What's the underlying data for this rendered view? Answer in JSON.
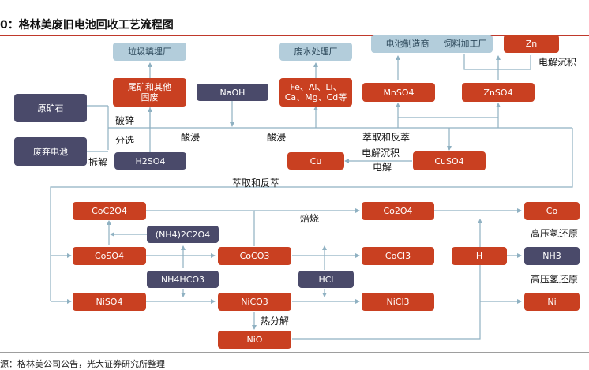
{
  "title": "0：格林美废旧电池回收工艺流程图",
  "source": "源：格林美公司公告，光大证券研究所整理",
  "colors": {
    "dark": "#4a4a6a",
    "red": "#c94021",
    "light": "#b3cddb",
    "line": "#8fb1c2",
    "rule": "#c0392b"
  },
  "nodes": {
    "used_ore": "原矿石",
    "waste_battery": "废弃电池",
    "h2so4": "H2SO4",
    "naoh": "NaOH",
    "tailings_line1": "尾矿和其他",
    "tailings_line2": "固废",
    "landfill": "垃圾填埋厂",
    "metals_line1": "Fe、Al、Li、",
    "metals_line2": "Ca、Mg、Cd等",
    "wastewater": "废水处理厂",
    "mnso4": "MnSO4",
    "battery_maker": "电池制造商",
    "znso4": "ZnSO4",
    "feed_plant": "饲料加工厂",
    "zn": "Zn",
    "cu": "Cu",
    "cuso4": "CuSO4",
    "coc2o4": "CoC2O4",
    "nh4_2c2o4": "(NH4)2C2O4",
    "coso4": "CoSO4",
    "coco3": "CoCO3",
    "nh4hco3": "NH4HCO3",
    "niso4": "NiSO4",
    "nico3": "NiCO3",
    "hcl": "HCl",
    "co2o4": "Co2O4",
    "cocl3": "CoCl3",
    "nicl3": "NiCl3",
    "h": "H",
    "co": "Co",
    "nh3": "NH3",
    "ni": "Ni",
    "nio": "NiO"
  },
  "labels": {
    "crush": "破碎",
    "sort": "分选",
    "dismantle": "拆解",
    "acid_leach_1": "酸浸",
    "acid_leach_2": "酸浸",
    "extract_1": "萃取和反萃",
    "extract_2": "萃取和反萃",
    "electro_1": "电解沉积",
    "electro_2": "电解",
    "electro_zn": "电解沉积",
    "roast": "焙烧",
    "h2_reduce_1": "高压氢还原",
    "h2_reduce_2": "高压氢还原",
    "pyrolysis": "热分解"
  }
}
